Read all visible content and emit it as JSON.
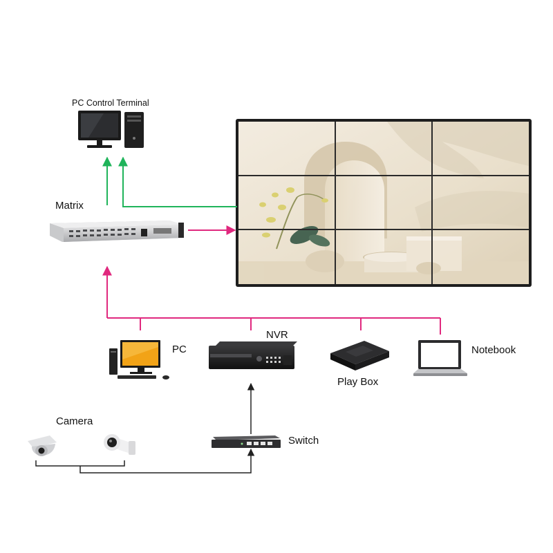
{
  "labels": {
    "pc_control_terminal": "PC Control Terminal",
    "matrix": "Matrix",
    "pc": "PC",
    "nvr": "NVR",
    "play_box": "Play Box",
    "notebook": "Notebook",
    "camera": "Camera",
    "switch": "Switch"
  },
  "colors": {
    "control_line": "#1fb45a",
    "signal_line": "#e0287e",
    "network_line": "#222222",
    "wall_frame": "#1e1e1e",
    "wall_bg": "#ece3d2",
    "monitor_screen": "#f2a317"
  },
  "icons": {
    "control_terminal": "desktop-computer-icon",
    "matrix": "matrix-switcher-icon",
    "pc": "desktop-pc-icon",
    "nvr": "nvr-recorder-icon",
    "play_box": "media-box-icon",
    "notebook": "laptop-icon",
    "dome_camera": "dome-camera-icon",
    "bullet_camera": "bullet-camera-icon",
    "switch": "network-switch-icon"
  },
  "video_wall": {
    "rows": 3,
    "cols": 3
  }
}
